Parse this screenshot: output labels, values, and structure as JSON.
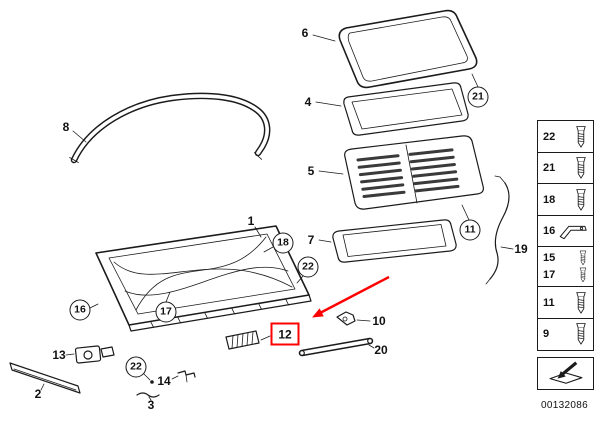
{
  "colors": {
    "line": "#1b1b1b",
    "highlight_red": "#ff0000"
  },
  "diagram": {
    "callouts": {
      "n1": "1",
      "n2": "2",
      "n3": "3",
      "n4": "4",
      "n5": "5",
      "n6": "6",
      "n7": "7",
      "n8": "8",
      "n10": "10",
      "n12": "12",
      "n13": "13",
      "n14": "14",
      "n19": "19",
      "n20": "20",
      "c11": "11",
      "c16": "16",
      "c17": "17",
      "c18": "18",
      "c21": "21",
      "c22a": "22",
      "c22b": "22"
    },
    "highlighted_part": "12"
  },
  "sidebar": {
    "items": [
      {
        "label": "22",
        "icon": "torx-screw-icon"
      },
      {
        "label": "21",
        "icon": "torx-screw-icon"
      },
      {
        "label": "18",
        "icon": "torx-screw-icon"
      },
      {
        "label": "16",
        "icon": "bracket-icon"
      },
      {
        "label": "15",
        "label2": "17",
        "icon": "screw-icon",
        "icon2": "screw-icon"
      },
      {
        "label": "11",
        "icon": "screw-icon"
      },
      {
        "label": "9",
        "icon": "screw-icon"
      },
      {
        "icon": "next-diagram-arrow-icon"
      }
    ]
  },
  "footer": {
    "doc_number": "00132086"
  }
}
